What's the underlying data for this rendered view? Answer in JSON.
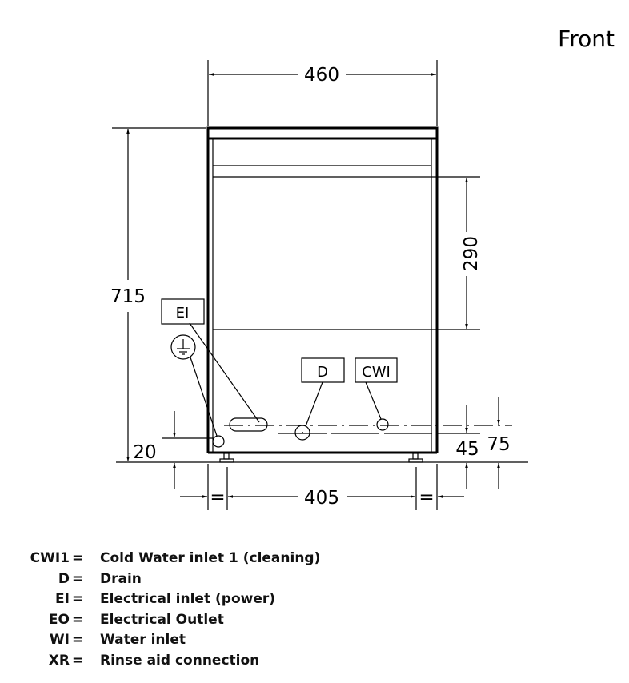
{
  "view_title": "Front",
  "dimensions": {
    "width": "460",
    "height": "715",
    "upper": "290",
    "ei_height": "20",
    "drain_height": "45",
    "inlet_height": "75",
    "feet_spacing": "405",
    "equal_sign": "="
  },
  "callouts": {
    "ei": "EI",
    "d": "D",
    "cwi": "CWI",
    "ground_icon": "ground-symbol"
  },
  "legend": [
    {
      "key": "CWI1",
      "eq": "=",
      "desc": "Cold Water inlet 1 (cleaning)"
    },
    {
      "key": "D",
      "eq": "=",
      "desc": "Drain"
    },
    {
      "key": "EI",
      "eq": "=",
      "desc": "Electrical inlet (power)"
    },
    {
      "key": "EO",
      "eq": "=",
      "desc": "Electrical Outlet"
    },
    {
      "key": "WI",
      "eq": "=",
      "desc": "Water inlet"
    },
    {
      "key": "XR",
      "eq": "=",
      "desc": "Rinse aid connection"
    }
  ]
}
